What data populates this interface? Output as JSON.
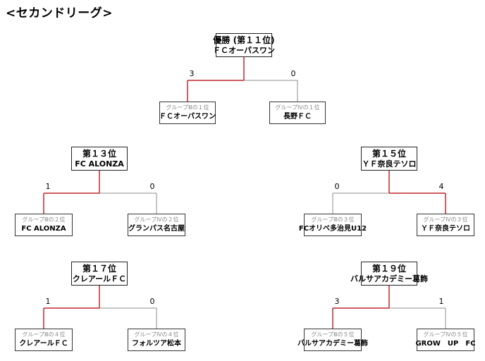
{
  "title": "<セカンドリーグ>",
  "colors": {
    "winner_line": "#c0272d",
    "loser_line": "#8c8c8c"
  },
  "matches": [
    {
      "result": {
        "label": "優勝 (第１１位)",
        "team": "ＦＣオーパスワン"
      },
      "left": {
        "label": "グループⅢの１位",
        "team": "ＦＣオーパスワン",
        "score": "3"
      },
      "right": {
        "label": "グループⅣの１位",
        "team": "長野ＦＣ",
        "score": "0"
      },
      "winner": "left"
    },
    {
      "result": {
        "label": "第１３位",
        "team": "FC ALONZA"
      },
      "left": {
        "label": "グループⅢの２位",
        "team": "FC ALONZA",
        "score": "1"
      },
      "right": {
        "label": "グループⅣの２位",
        "team": "グランパス名古屋",
        "score": "0"
      },
      "winner": "left"
    },
    {
      "result": {
        "label": "第１５位",
        "team": "ＹＦ奈良テソロ"
      },
      "left": {
        "label": "グループⅢの３位",
        "team": "FCオリベ多治見U12",
        "score": "0"
      },
      "right": {
        "label": "グループⅣの３位",
        "team": "ＹＦ奈良テソロ",
        "score": "4"
      },
      "winner": "right"
    },
    {
      "result": {
        "label": "第１７位",
        "team": "クレアールＦＣ"
      },
      "left": {
        "label": "グループⅢの４位",
        "team": "クレアールＦＣ",
        "score": "1"
      },
      "right": {
        "label": "グループⅣの４位",
        "team": "フォルツア松本",
        "score": "0"
      },
      "winner": "left"
    },
    {
      "result": {
        "label": "第１９位",
        "team": "バルサアカデミー葛飾"
      },
      "left": {
        "label": "グループⅢの５位",
        "team": "バルサアカデミー葛飾",
        "score": "3"
      },
      "right": {
        "label": "グループⅣの５位",
        "team": "GROW　UP　FC",
        "score": "1"
      },
      "winner": "left"
    }
  ]
}
